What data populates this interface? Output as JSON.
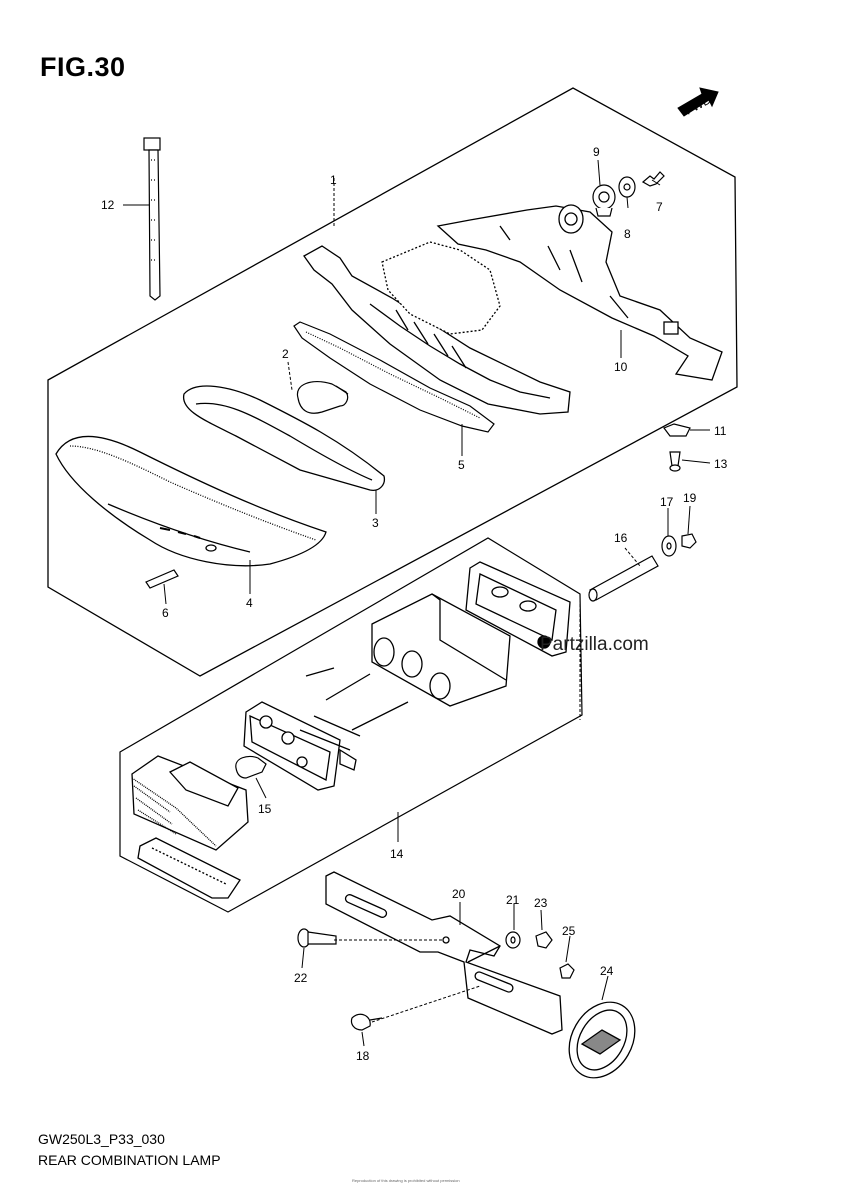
{
  "figure": {
    "title": "FIG.30",
    "direction_label": "FWD",
    "code": "GW250L3_P33_030",
    "name": "REAR COMBINATION LAMP",
    "copyright": "Reproduction of this drawing is prohibited without permission",
    "watermark": "Partzilla.com"
  },
  "callouts": [
    "1",
    "2",
    "3",
    "4",
    "5",
    "6",
    "7",
    "8",
    "9",
    "10",
    "11",
    "12",
    "13",
    "14",
    "15",
    "16",
    "17",
    "18",
    "19",
    "20",
    "21",
    "22",
    "23",
    "24",
    "25"
  ],
  "icons": {
    "fwd_arrow": "forward-arrow-icon"
  }
}
